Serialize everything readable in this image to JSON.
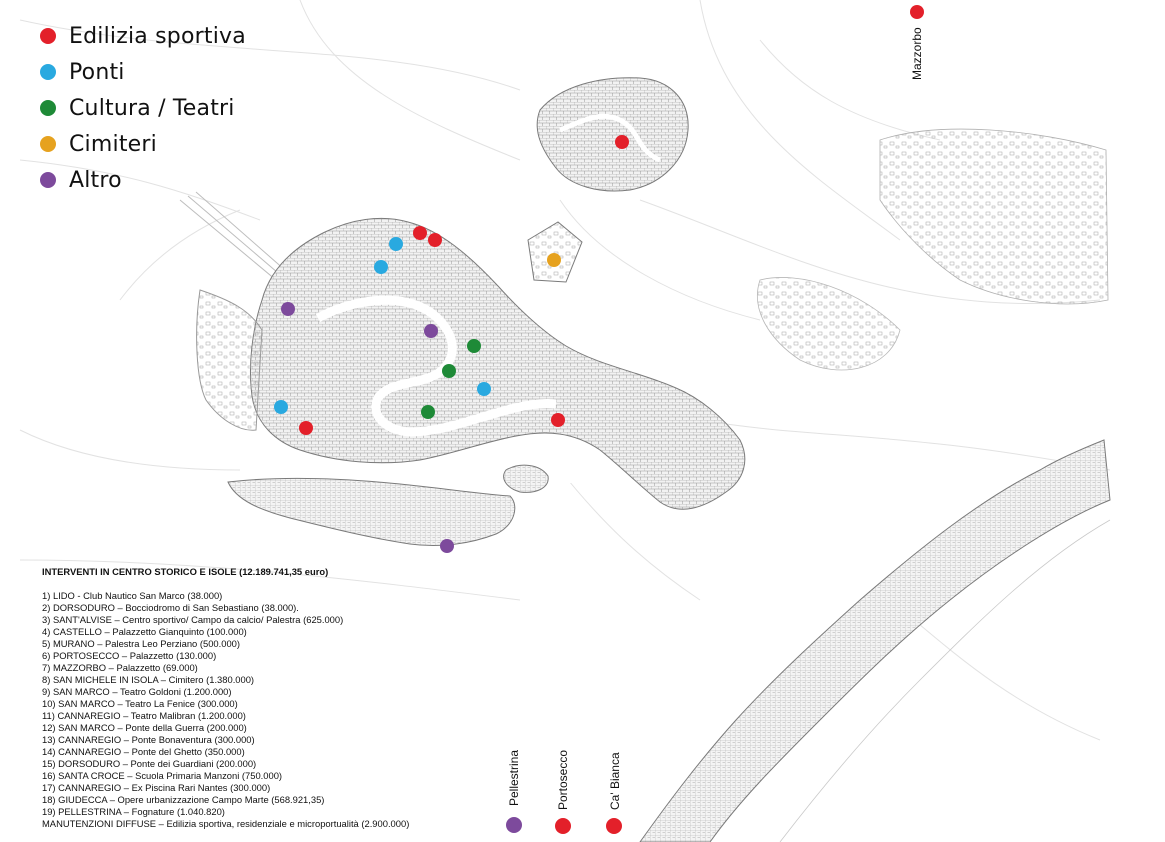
{
  "legend": [
    {
      "label": "Edilizia sportiva",
      "color": "#e3202a"
    },
    {
      "label": "Ponti",
      "color": "#29a9e0"
    },
    {
      "label": "Cultura / Teatri",
      "color": "#1e8a37"
    },
    {
      "label": "Cimiteri",
      "color": "#e6a21f"
    },
    {
      "label": "Altro",
      "color": "#7d4a9c"
    }
  ],
  "place_labels": {
    "mazzorbo": "Mazzorbo",
    "pellestrina": "Pellestrina",
    "portosecco": "Portosecco",
    "ca_bianca": "Ca' Bianca"
  },
  "info": {
    "title": "INTERVENTI IN CENTRO STORICO E ISOLE (12.189.741,35 euro)",
    "items": [
      "1) LIDO - Club Nautico San Marco (38.000)",
      "2) DORSODURO – Bocciodromo di San Sebastiano (38.000).",
      "3) SANT'ALVISE – Centro sportivo/ Campo da calcio/ Palestra (625.000)",
      "4) CASTELLO – Palazzetto Gianquinto (100.000)",
      "5) MURANO – Palestra Leo Perziano (500.000)",
      "6) PORTOSECCO – Palazzetto (130.000)",
      "7) MAZZORBO – Palazzetto (69.000)",
      "8) SAN MICHELE IN ISOLA – Cimitero (1.380.000)",
      "9) SAN MARCO – Teatro Goldoni (1.200.000)",
      "10) SAN MARCO – Teatro La Fenice (300.000)",
      "11) CANNAREGIO – Teatro Malibran (1.200.000)",
      "12) SAN MARCO – Ponte della Guerra (200.000)",
      "13) CANNAREGIO – Ponte Bonaventura (300.000)",
      "14) CANNAREGIO – Ponte del Ghetto (350.000)",
      "15) DORSODURO – Ponte dei Guardiani (200.000)",
      "16) SANTA CROCE – Scuola Primaria Manzoni (750.000)",
      "17) CANNAREGIO – Ex Piscina Rari Nantes (300.000)",
      "18) GIUDECCA – Opere urbanizzazione Campo Marte (568.921,35)",
      "19) PELLESTRINA – Fognature (1.040.820)",
      "MANUTENZIONI DIFFUSE – Edilizia sportiva, residenziale e microportualità (2.900.000)"
    ]
  },
  "markers": {
    "sportiva": "#e3202a",
    "ponti": "#29a9e0",
    "cultura": "#1e8a37",
    "cimiteri": "#e6a21f",
    "altro": "#7d4a9c"
  }
}
